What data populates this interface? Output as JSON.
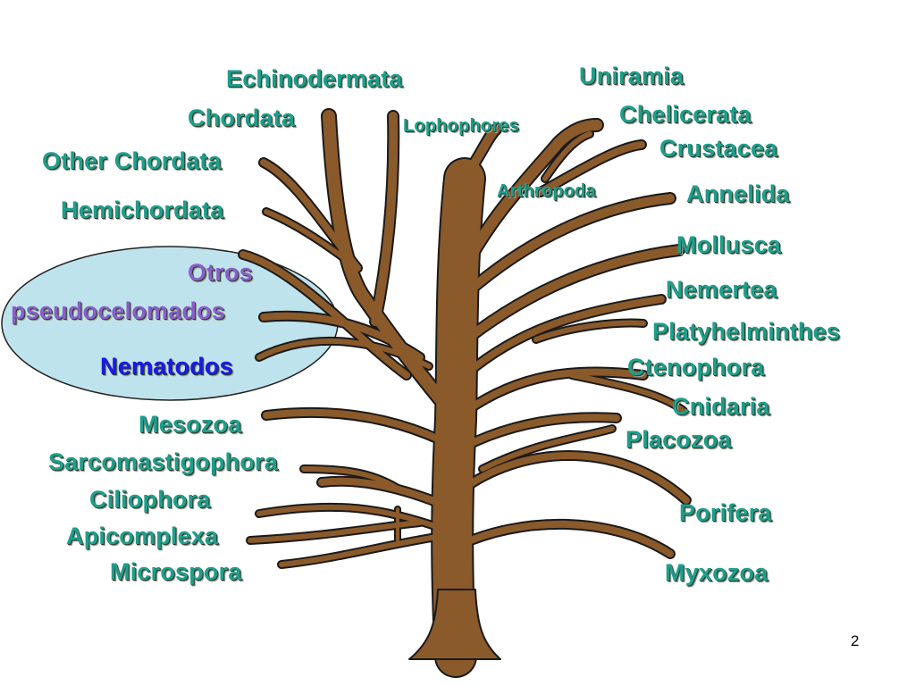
{
  "tree_labels": {
    "echinodermata": "Echinodermata",
    "uniramia": "Uniramia",
    "chordata": "Chordata",
    "lophophores": "Lophophores",
    "chelicerata": "Chelicerata",
    "crustacea": "Crustacea",
    "other_chordata": "Other Chordata",
    "arthropoda": "Arthropoda",
    "annelida": "Annelida",
    "hemichordata": "Hemichordata",
    "mollusca": "Mollusca",
    "otros": "Otros",
    "pseudocelomados": "pseudocelomados",
    "nemertea": "Nemertea",
    "platyhelminthes": "Platyhelminthes",
    "nematodos": "Nematodos",
    "ctenophora": "Ctenophora",
    "cnidaria": "Cnidaria",
    "mesozoa": "Mesozoa",
    "placozoa": "Placozoa",
    "sarcomastigophora": "Sarcomastigophora",
    "ciliophora": "Ciliophora",
    "porifera": "Porifera",
    "apicomplexa": "Apicomplexa",
    "microspora": "Microspora",
    "myxozoa": "Myxozoa"
  },
  "slide_number": "2",
  "colors": {
    "trunk": "#8b5a2b",
    "outline": "#1a1a1a",
    "label_teal": "#1f9e8c",
    "label_blue": "#1a1ae6",
    "label_purple": "#8a5fc8",
    "highlight_fill": "#bfe3ec"
  }
}
